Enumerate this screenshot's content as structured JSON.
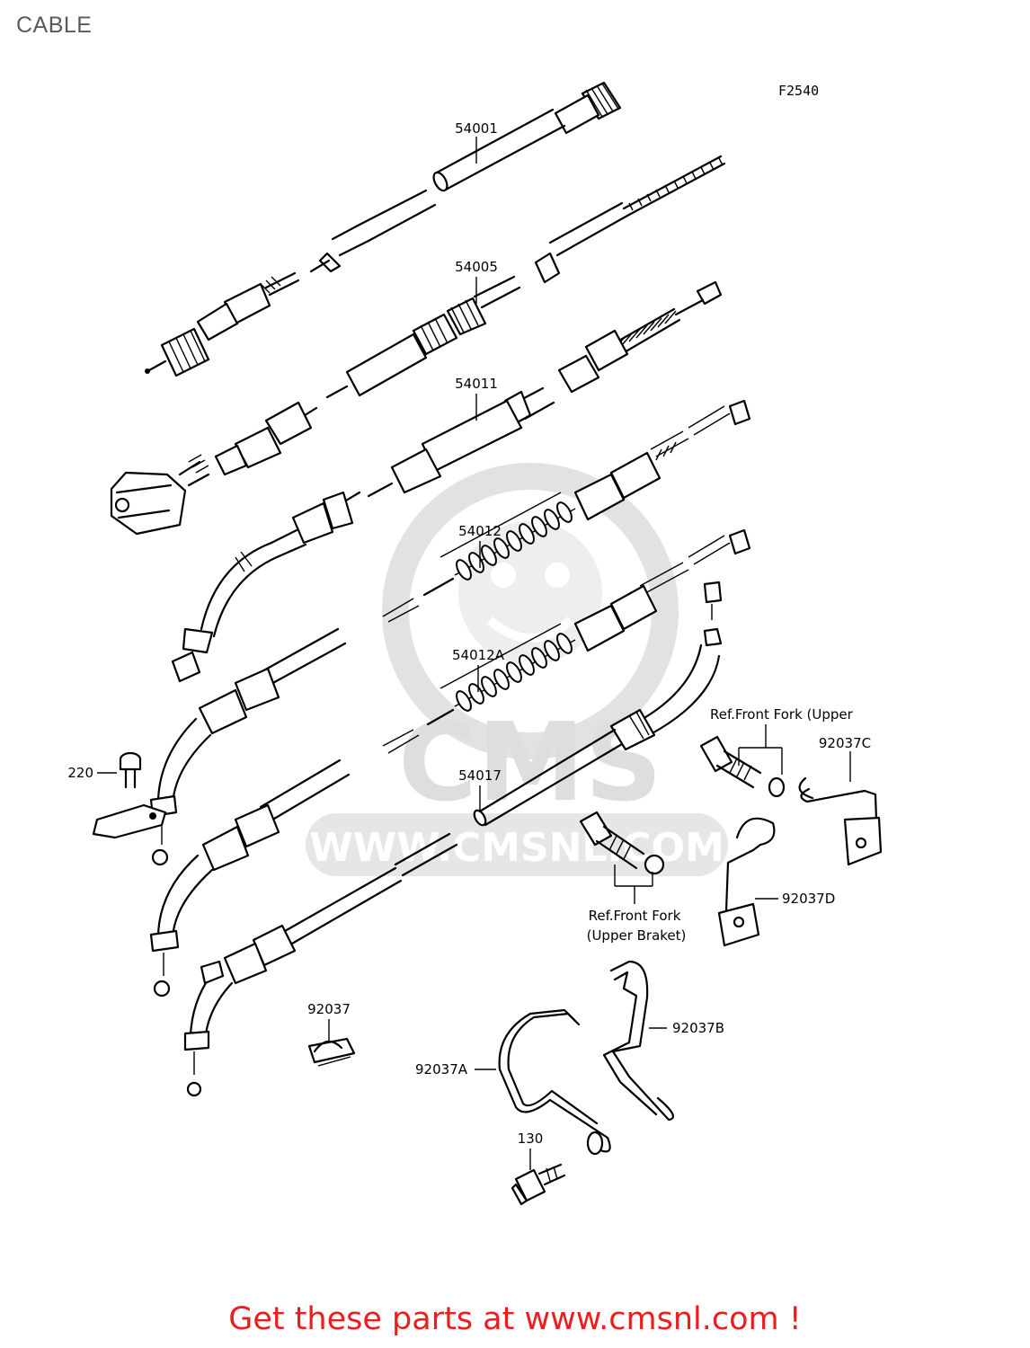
{
  "page_title": "CABLE",
  "figure_code": "F2540",
  "watermark": {
    "brand": "CMS",
    "url": "WWW.CMSNL.COM"
  },
  "footer": {
    "text": "Get these parts at www.cmsnl.com !",
    "color": "#ee1c1c"
  },
  "callouts": [
    {
      "id": "54001",
      "label": "54001"
    },
    {
      "id": "54005",
      "label": "54005"
    },
    {
      "id": "54011",
      "label": "54011"
    },
    {
      "id": "54012",
      "label": "54012"
    },
    {
      "id": "54012A",
      "label": "54012A"
    },
    {
      "id": "54017",
      "label": "54017"
    },
    {
      "id": "220",
      "label": "220"
    },
    {
      "id": "92037",
      "label": "92037"
    },
    {
      "id": "92037A",
      "label": "92037A"
    },
    {
      "id": "92037B",
      "label": "92037B"
    },
    {
      "id": "92037C",
      "label": "92037C"
    },
    {
      "id": "92037D",
      "label": "92037D"
    },
    {
      "id": "130",
      "label": "130"
    }
  ],
  "notes": {
    "ref_upper": "Ref.Front Fork (Upper",
    "ref_bracket_1": "Ref.Front Fork",
    "ref_bracket_2": "(Upper Braket)"
  }
}
